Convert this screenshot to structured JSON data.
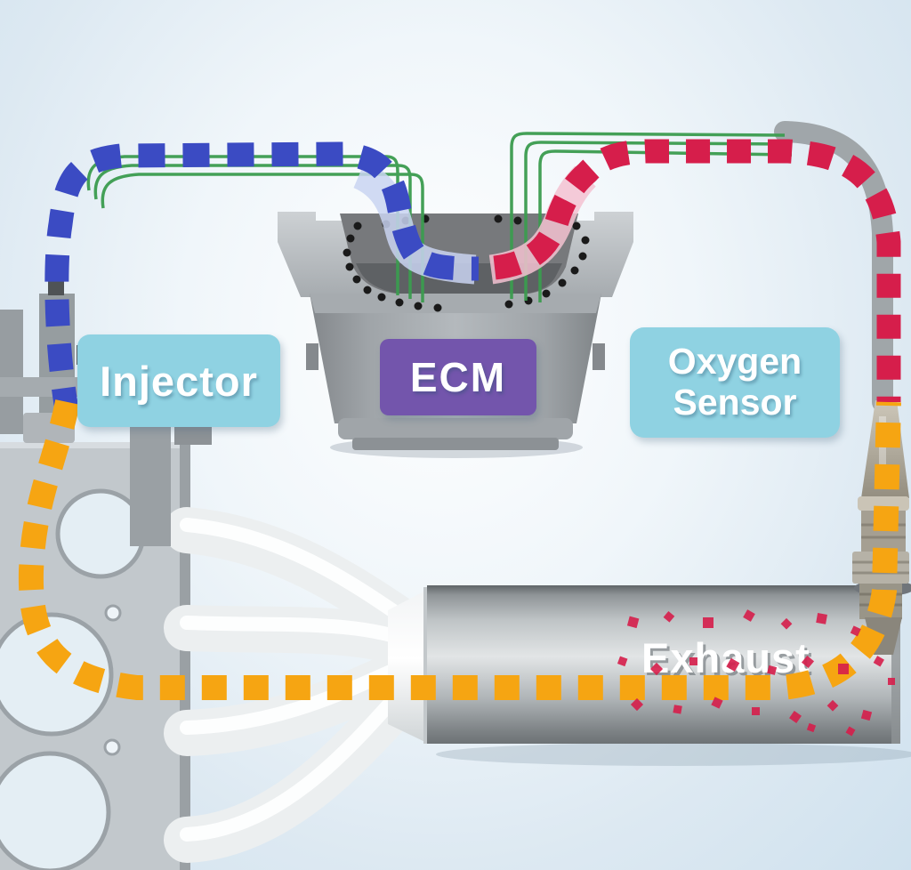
{
  "diagram": {
    "labels": {
      "injector": "Injector",
      "ecm": "ECM",
      "oxygen_sensor": "Oxygen Sensor",
      "exhaust": "Exhaust"
    }
  },
  "colors": {
    "injector_signal": "#3b4bc3",
    "sensor_signal": "#d61e4b",
    "exhaust_flow": "#f6a512",
    "wiring": "#3b9c4f",
    "label_bg": "#8fd2e2",
    "ecm_label_bg": "#7355ac",
    "label_text": "#ffffff",
    "bg_center": "#ffffff",
    "bg_edge": "#cfe1ee"
  }
}
